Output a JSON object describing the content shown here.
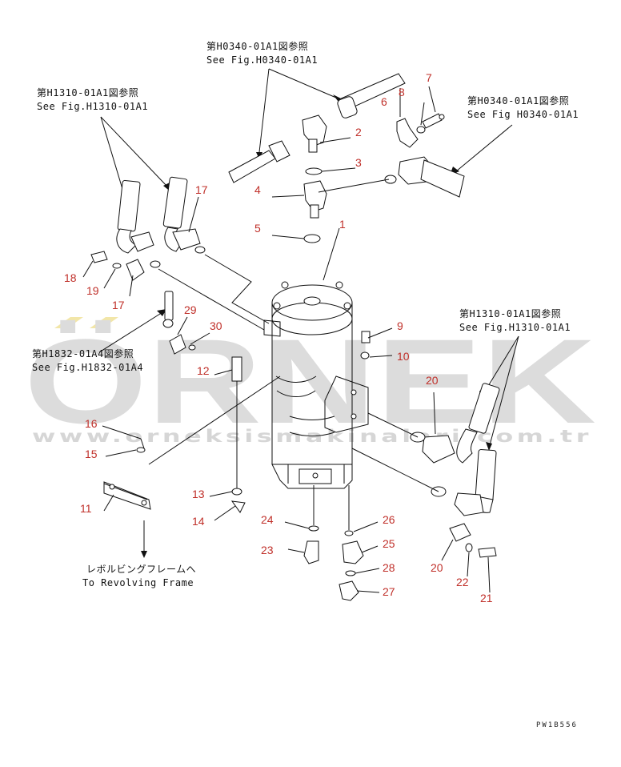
{
  "watermark": {
    "brand": "ÖRNEK",
    "url": "www.orneksismakinalari.com.tr"
  },
  "references": {
    "top_center": {
      "jp": "第H0340-01A1図参照",
      "en": "See Fig.H0340-01A1"
    },
    "top_left": {
      "jp": "第H1310-01A1図参照",
      "en": "See Fig.H1310-01A1"
    },
    "top_right": {
      "jp": "第H0340-01A1図参照",
      "en": "See Fig H0340-01A1"
    },
    "mid_left": {
      "jp": "第H1832-01A4図参照",
      "en": "See Fig.H1832-01A4"
    },
    "mid_right": {
      "jp": "第H1310-01A1図参照",
      "en": "See Fig.H1310-01A1"
    },
    "bottom": {
      "jp": "レボルビングフレームへ",
      "en": "To Revolving Frame"
    }
  },
  "part_numbers": [
    "1",
    "2",
    "3",
    "4",
    "5",
    "6",
    "7",
    "8",
    "9",
    "10",
    "11",
    "12",
    "13",
    "14",
    "15",
    "16",
    "17",
    "17",
    "18",
    "19",
    "20",
    "20",
    "21",
    "22",
    "23",
    "24",
    "25",
    "26",
    "27",
    "28",
    "29",
    "30"
  ],
  "drawing_code": "PW1B556"
}
